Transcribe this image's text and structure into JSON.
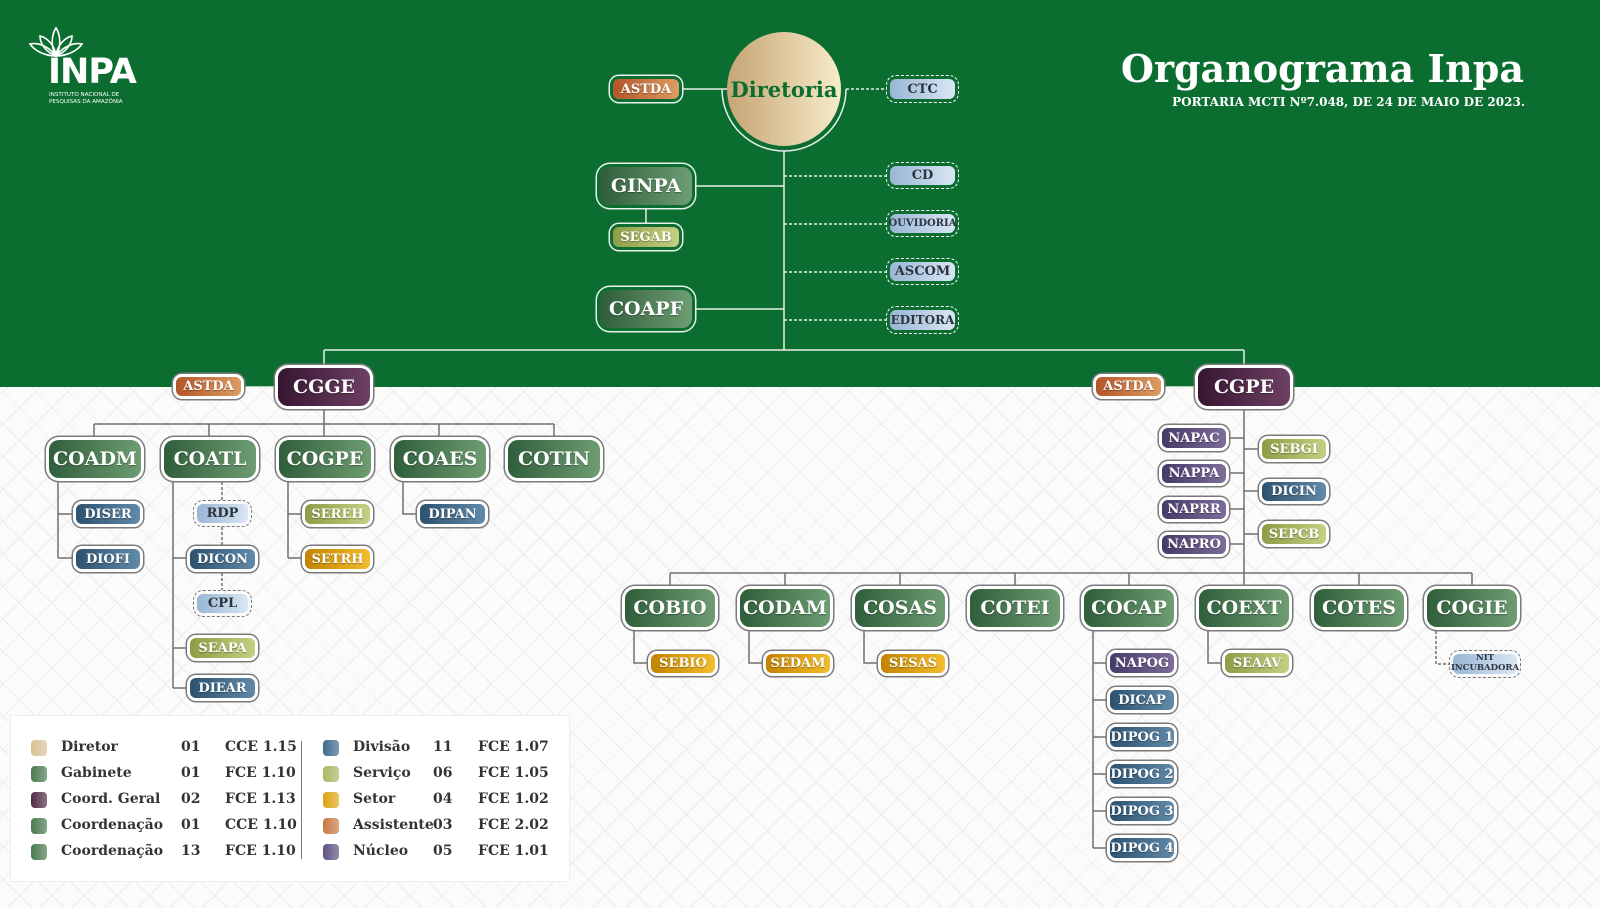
{
  "header": {
    "logo_text": "INPA",
    "logo_subtitle": "INSTITUTO NACIONAL DE PESQUISAS DA AMAZÔNIA",
    "title": "Organograma Inpa",
    "subtitle": "PORTARIA MCTI Nº7.048, DE 24 DE MAIO DE 2023."
  },
  "top": {
    "diretoria": "Diretoria",
    "astda": "ASTDA",
    "ctc": "CTC",
    "ginpa": "GINPA",
    "segab": "SEGAB",
    "coapf": "COAPF",
    "cd": "CD",
    "ouvidoria": "OUVIDORIA",
    "ascom": "ASCOM",
    "editora": "EDITORA"
  },
  "cgge": {
    "label": "CGGE",
    "astda": "ASTDA",
    "coadm": {
      "label": "COADM",
      "children": [
        "DISER",
        "DIOFI"
      ]
    },
    "coatl": {
      "label": "COATL",
      "children": [
        "RDP",
        "DICON",
        "CPL",
        "SEAPA",
        "DIEAR"
      ]
    },
    "cogpe": {
      "label": "COGPE",
      "children": [
        "SEREH",
        "SETRH"
      ]
    },
    "coaes": {
      "label": "COAES",
      "children": [
        "DIPAN"
      ]
    },
    "cotin": {
      "label": "COTIN"
    }
  },
  "cgpe": {
    "label": "CGPE",
    "astda": "ASTDA",
    "nucleos": [
      "NAPAC",
      "NAPPA",
      "NAPRR",
      "NAPRO"
    ],
    "side": [
      "SEBGI",
      "DICIN",
      "SEPCB"
    ],
    "cobio": {
      "label": "COBIO",
      "children": [
        "SEBIO"
      ]
    },
    "codam": {
      "label": "CODAM",
      "children": [
        "SEDAM"
      ]
    },
    "cosas": {
      "label": "COSAS",
      "children": [
        "SESAS"
      ]
    },
    "cotei": {
      "label": "COTEI"
    },
    "cocap": {
      "label": "COCAP",
      "children": [
        "NAPOG",
        "DICAP",
        "DIPOG 1",
        "DIPOG 2",
        "DIPOG 3",
        "DIPOG 4"
      ]
    },
    "coext": {
      "label": "COEXT",
      "children": [
        "SEAAV"
      ]
    },
    "cotes": {
      "label": "COTES"
    },
    "cogie": {
      "label": "COGIE",
      "children": [
        "NIT",
        "INCUBADORA"
      ]
    }
  },
  "legend": [
    {
      "label": "Diretor",
      "count": "01",
      "code": "CCE 1.15",
      "color": "#d9c194"
    },
    {
      "label": "Gabinete",
      "count": "01",
      "code": "FCE 1.10",
      "color": "#4a7a52"
    },
    {
      "label": "Coord. Geral",
      "count": "02",
      "code": "FCE 1.13",
      "color": "#532a48"
    },
    {
      "label": "Coordenação",
      "count": "01",
      "code": "CCE 1.10",
      "color": "#4a7a52"
    },
    {
      "label": "Coordenação",
      "count": "13",
      "code": "FCE 1.10",
      "color": "#4a7a52"
    },
    {
      "label": "Divisão",
      "count": "11",
      "code": "FCE 1.07",
      "color": "#3f6a8c"
    },
    {
      "label": "Serviço",
      "count": "06",
      "code": "FCE 1.05",
      "color": "#aab766"
    },
    {
      "label": "Setor",
      "count": "04",
      "code": "FCE 1.02",
      "color": "#dca316"
    },
    {
      "label": "Assistente",
      "count": "03",
      "code": "FCE 2.02",
      "color": "#c87844"
    },
    {
      "label": "Núcleo",
      "count": "05",
      "code": "FCE 1.01",
      "color": "#5f5282"
    }
  ]
}
